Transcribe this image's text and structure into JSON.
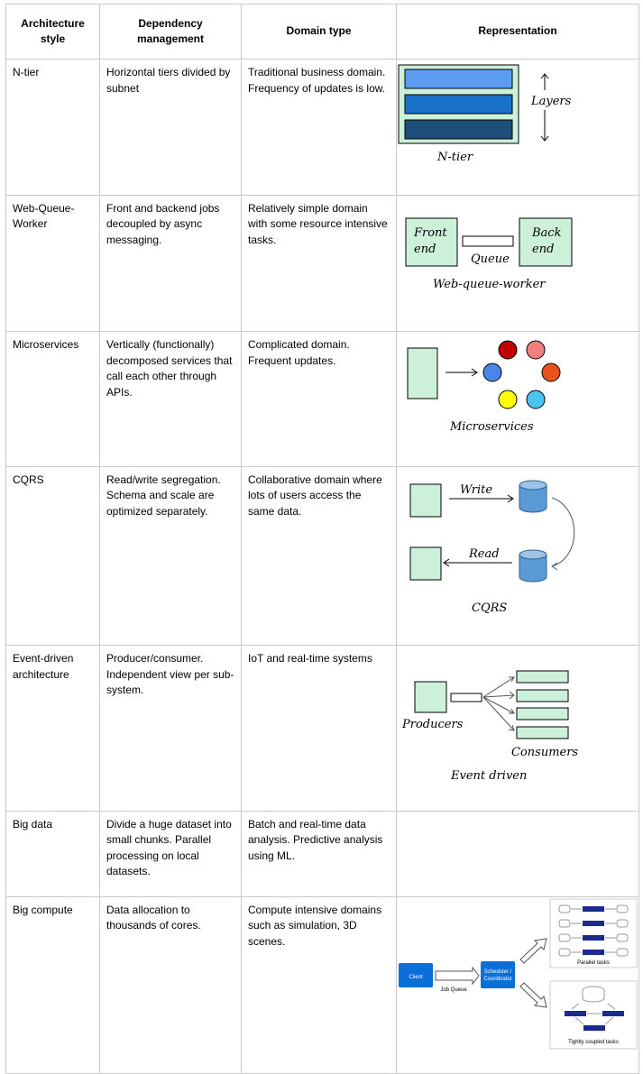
{
  "headers": [
    "Architecture style",
    "Dependency management",
    "Domain type",
    "Representation"
  ],
  "rows": [
    {
      "style": "N-tier",
      "dependency": "Horizontal tiers divided by subnet",
      "domain": "Traditional business domain. Frequency of updates is low."
    },
    {
      "style": "Web-Queue-Worker",
      "dependency": "Front and backend jobs decoupled by async messaging.",
      "domain": "Relatively simple domain with some resource intensive tasks."
    },
    {
      "style": "Microservices",
      "dependency": "Vertically (functionally) decomposed services that call each other through APIs.",
      "domain": "Complicated domain. Frequent updates."
    },
    {
      "style": "CQRS",
      "dependency": "Read/write segregation. Schema and scale are optimized separately.",
      "domain": "Collaborative domain where lots of users access the same data."
    },
    {
      "style": "Event-driven architecture",
      "dependency": "Producer/consumer. Independent view per sub-system.",
      "domain": "IoT and real-time systems"
    },
    {
      "style": "Big data",
      "dependency": "Divide a huge dataset into small chunks. Parallel processing on local datasets.",
      "domain": "Batch and real-time data analysis. Predictive analysis using ML."
    },
    {
      "style": "Big compute",
      "dependency": "Data allocation to thousands of cores.",
      "domain": "Compute intensive domains such as simulation, 3D scenes."
    }
  ],
  "diagrams": {
    "ntier": {
      "layers_label": "Layers",
      "caption": "N-tier"
    },
    "wqw": {
      "front_label_1": "Front",
      "front_label_2": "end",
      "back_label_1": "Back",
      "back_label_2": "end",
      "queue_label": "Queue",
      "caption": "Web-queue-worker"
    },
    "micro": {
      "caption": "Microservices"
    },
    "cqrs": {
      "write_label": "Write",
      "read_label": "Read",
      "caption": "CQRS"
    },
    "event": {
      "producers_label": "Producers",
      "consumers_label": "Consumers",
      "caption": "Event driven"
    },
    "compute": {
      "client_label": "Client",
      "job_queue_label": "Job Queue",
      "scheduler_label_1": "Scheduler /",
      "scheduler_label_2": "Coordinator",
      "parallel_label": "Parallel tasks",
      "coupled_label": "Tightly coupled tasks"
    }
  },
  "colors": {
    "mint": "#cdf0da",
    "blue_light": "#5b9bf0",
    "blue_mid": "#1a72c8",
    "blue_dark": "#1f4e79",
    "cylinder": "#5b9bd5",
    "azure": "#0a6fd6",
    "navy": "#1b2a8f"
  }
}
